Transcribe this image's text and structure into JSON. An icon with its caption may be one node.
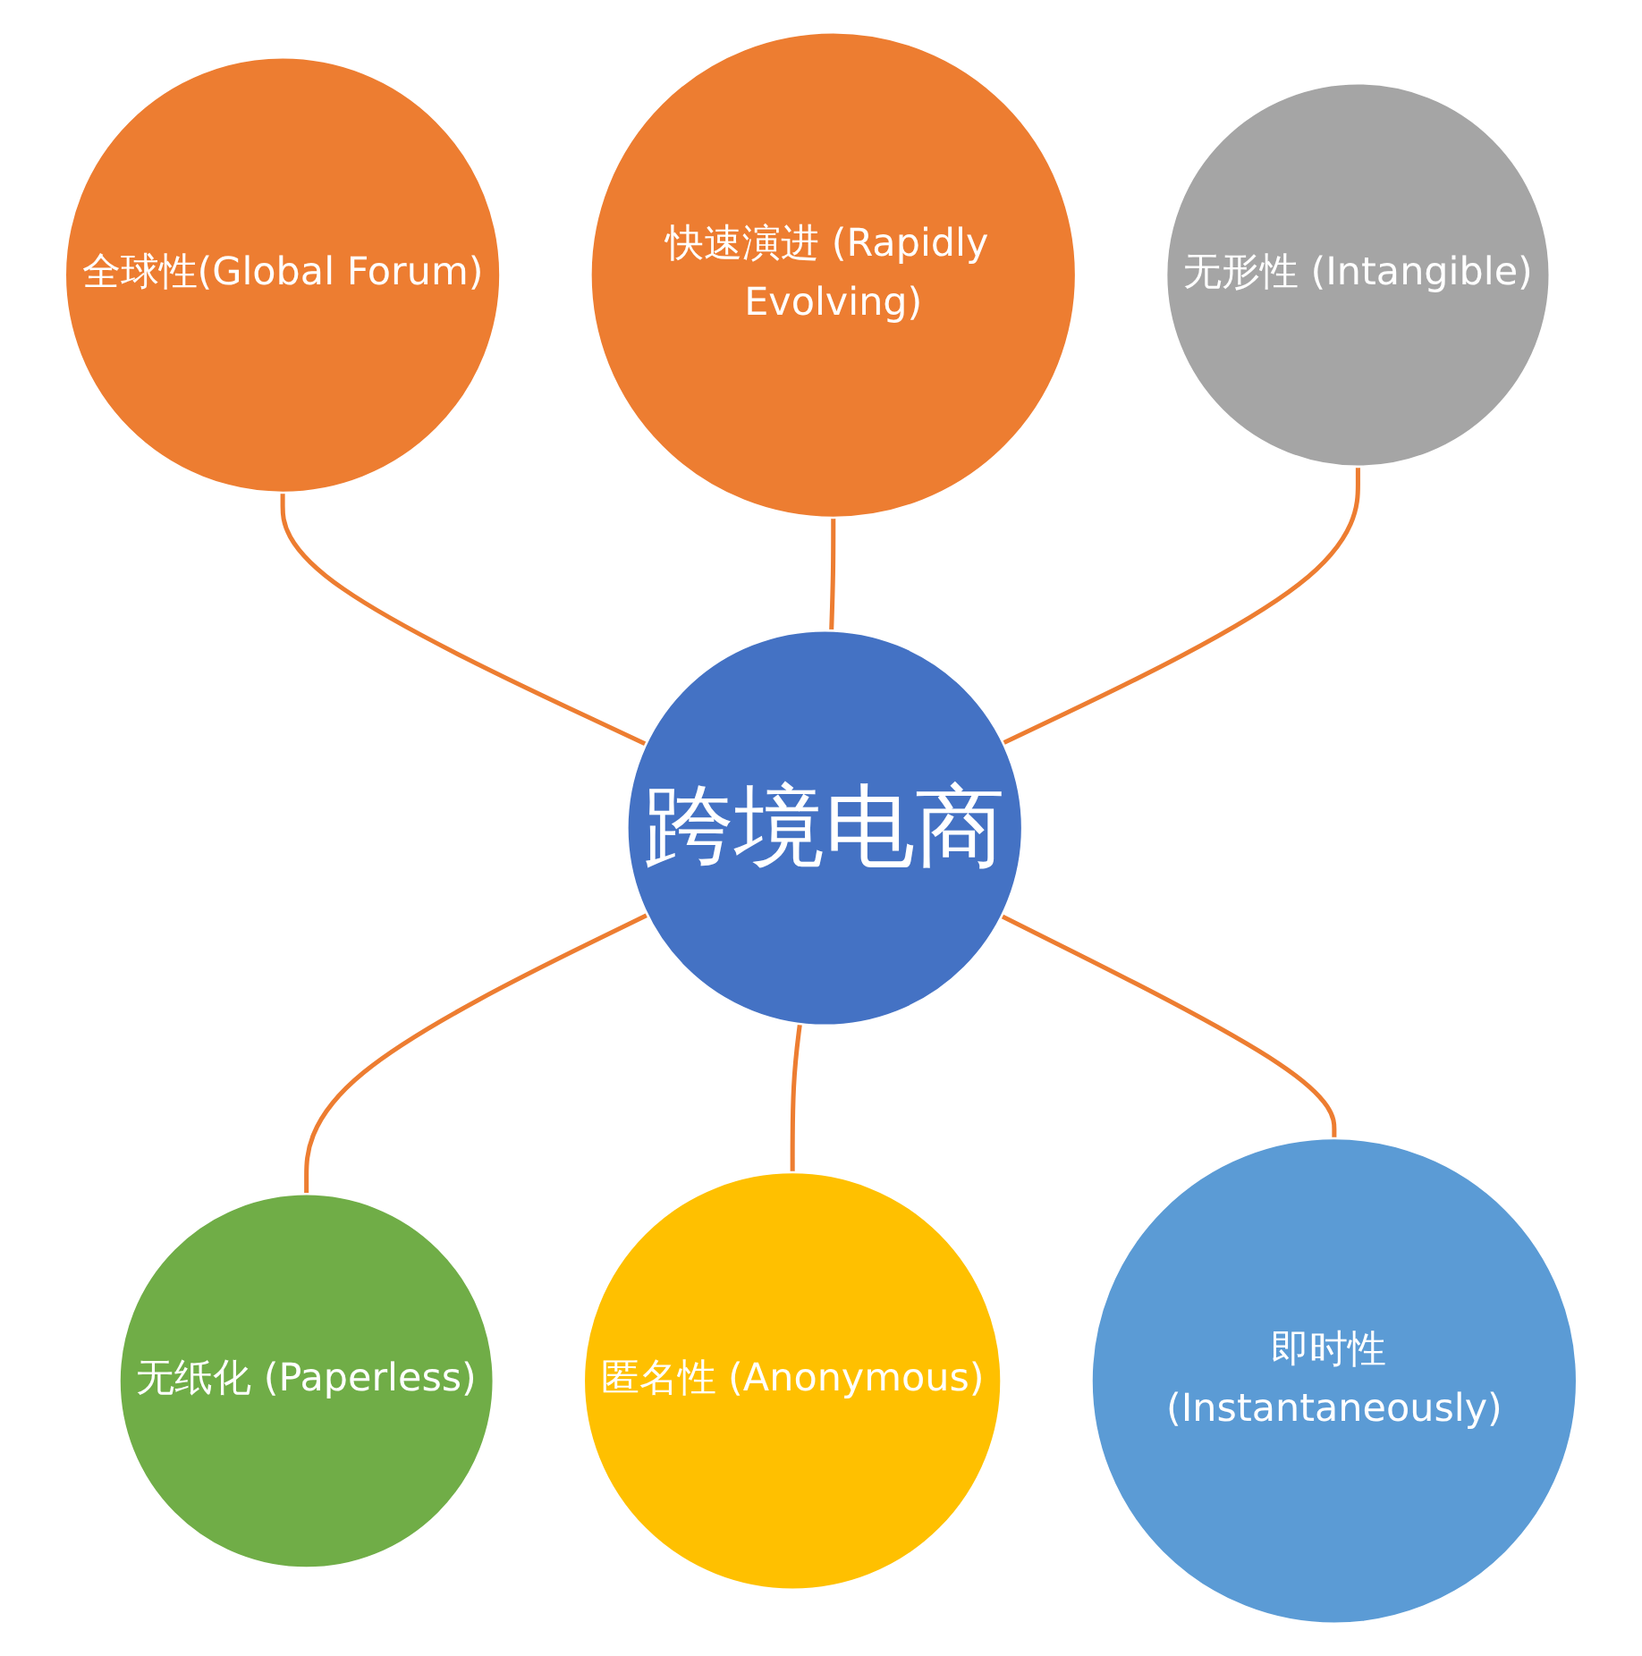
{
  "diagram": {
    "nodes": [
      {
        "text": [
          "全球性(Global Forum)"
        ]
      },
      {
        "text": [
          "快速演进 (Rapidly Evolving)"
        ]
      },
      {
        "text": [
          "无形性 (Intangible)"
        ]
      },
      {
        "text": [
          "跨境电商"
        ]
      },
      {
        "text": [
          "无纸化 (Paperless)"
        ]
      },
      {
        "text": [
          "匿名性 (Anonymous)"
        ]
      },
      {
        "text": [
          "即时性 (Instantaneously)"
        ]
      }
    ],
    "edges": [
      {
        "from": 0,
        "to": 3,
        "arrow": "none"
      },
      {
        "from": 1,
        "to": 3,
        "arrow": "none"
      },
      {
        "from": 2,
        "to": 3,
        "arrow": "none"
      },
      {
        "from": 3,
        "to": 4,
        "arrow": "none"
      },
      {
        "from": 3,
        "to": 5,
        "arrow": "none"
      },
      {
        "from": 3,
        "to": 6,
        "arrow": "none"
      }
    ]
  }
}
